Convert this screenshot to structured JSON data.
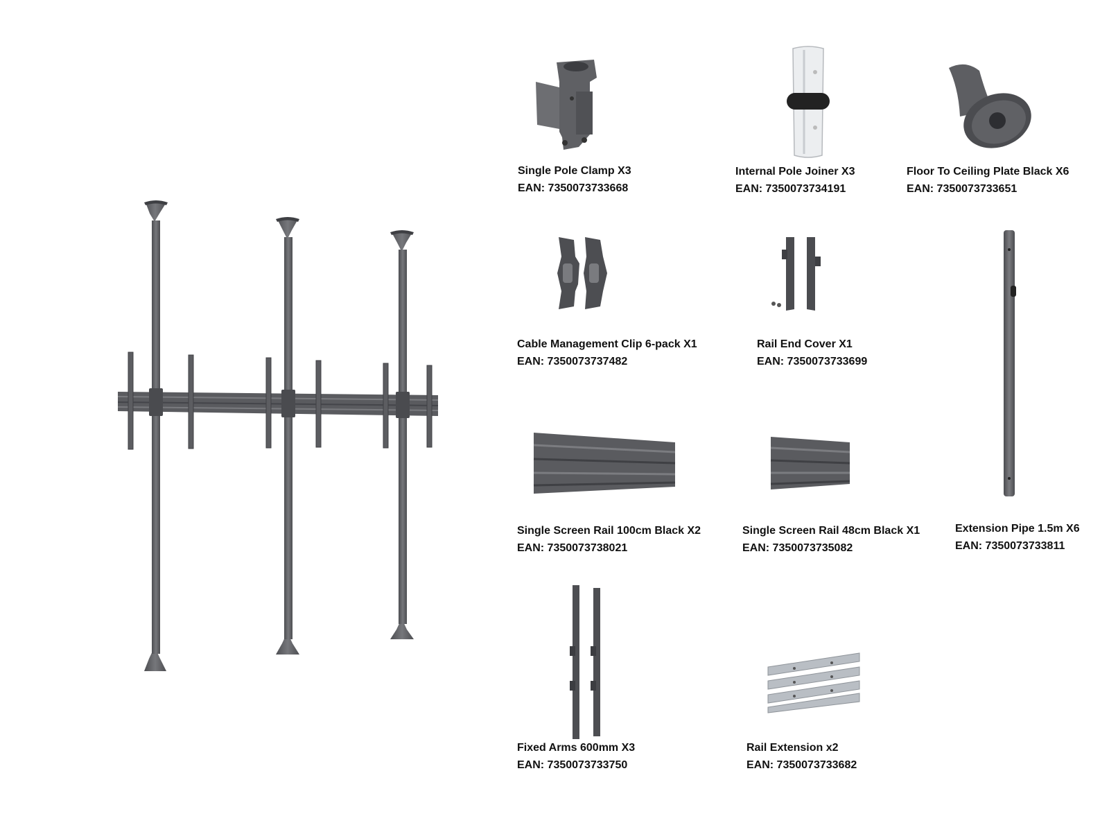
{
  "colors": {
    "metal": "#5f6064",
    "metal_dark": "#46474b",
    "metal_light": "#7c7d81",
    "white_part": "#eceef0",
    "silver": "#b9bec4"
  },
  "parts": [
    {
      "id": "single-pole-clamp",
      "icon": "pole-clamp-icon",
      "name": "Single Pole Clamp X3",
      "ean": "EAN: 7350073733668"
    },
    {
      "id": "internal-pole-joiner",
      "icon": "pole-joiner-icon",
      "name": "Internal Pole Joiner X3",
      "ean": "EAN: 7350073734191"
    },
    {
      "id": "floor-to-ceiling-plate",
      "icon": "ceiling-plate-icon",
      "name": "Floor To Ceiling Plate Black X6",
      "ean": "EAN: 7350073733651"
    },
    {
      "id": "cable-management-clip",
      "icon": "cable-clip-icon",
      "name": "Cable Management Clip 6-pack X1",
      "ean": "EAN: 7350073737482"
    },
    {
      "id": "rail-end-cover",
      "icon": "rail-end-cover-icon",
      "name": "Rail End Cover X1",
      "ean": "EAN: 7350073733699"
    },
    {
      "id": "single-screen-rail-100",
      "icon": "rail-100cm-icon",
      "name": "Single Screen Rail 100cm Black X2",
      "ean": "EAN: 7350073738021"
    },
    {
      "id": "single-screen-rail-48",
      "icon": "rail-48cm-icon",
      "name": "Single Screen Rail 48cm Black X1",
      "ean": "EAN: 7350073735082"
    },
    {
      "id": "extension-pipe",
      "icon": "extension-pipe-icon",
      "name": "Extension Pipe 1.5m X6",
      "ean": "EAN: 7350073733811"
    },
    {
      "id": "fixed-arms",
      "icon": "fixed-arms-icon",
      "name": "Fixed Arms 600mm X3",
      "ean": "EAN: 7350073733750"
    },
    {
      "id": "rail-extension",
      "icon": "rail-extension-icon",
      "name": "Rail Extension x2",
      "ean": "EAN: 7350073733682"
    }
  ]
}
